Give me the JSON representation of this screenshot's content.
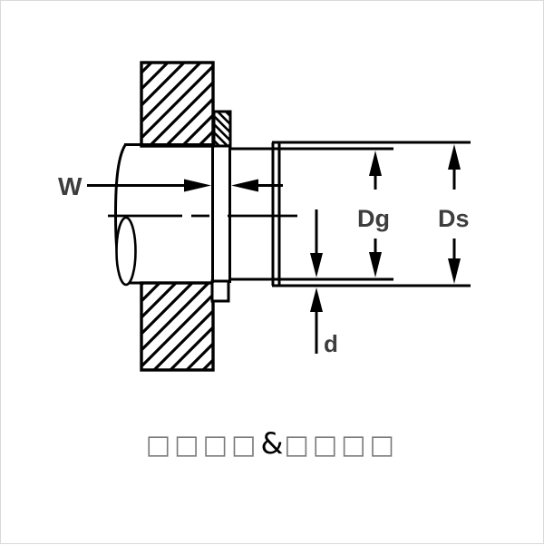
{
  "diagram": {
    "labels": {
      "ring_width": "W",
      "groove_diameter": "Dg",
      "shaft_diameter": "Ds",
      "groove_depth": "d"
    },
    "colors": {
      "line": "#000000",
      "label_text": "#3d3d3d",
      "tofu_glyph": "#7a7a7a",
      "background": "#ffffff",
      "frame_border": "#d9d9d9"
    }
  },
  "caption": {
    "left_glyphs": "□□□□",
    "ampersand": "&",
    "right_glyphs": "□□□□",
    "full_text": "□□□□&□□□□"
  }
}
